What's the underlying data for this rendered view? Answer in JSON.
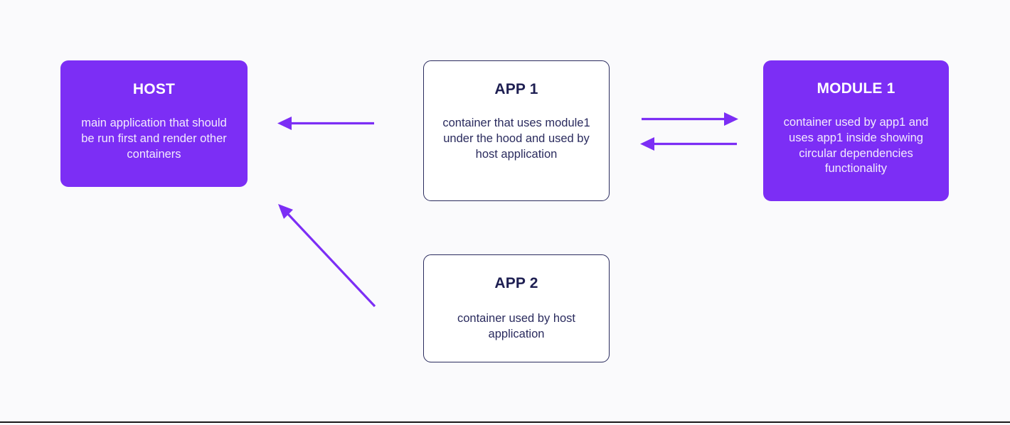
{
  "diagram": {
    "background_color": "#fafafc",
    "accent_color": "#7c2ef5",
    "ink_color": "#1e1f52",
    "nodes": [
      {
        "id": "host",
        "title": "HOST",
        "description": "main application that should be run first and render other containers",
        "style": "filled"
      },
      {
        "id": "app1",
        "title": "APP 1",
        "description": "container that uses module1 under the hood and used by host application",
        "style": "outlined"
      },
      {
        "id": "module1",
        "title": "MODULE 1",
        "description": "container used by app1 and uses app1 inside showing circular dependencies functionality",
        "style": "outlined-filled"
      },
      {
        "id": "app2",
        "title": "APP 2",
        "description": "container used by host application",
        "style": "outlined"
      }
    ],
    "connectors": [
      {
        "id": "app1-to-host",
        "from": "app1",
        "to": "host",
        "direction": "left",
        "shape": "straight"
      },
      {
        "id": "app1-to-module1",
        "from": "app1",
        "to": "module1",
        "direction": "right",
        "shape": "straight"
      },
      {
        "id": "module1-to-app1",
        "from": "module1",
        "to": "app1",
        "direction": "left",
        "shape": "straight"
      },
      {
        "id": "app2-to-host",
        "from": "app2",
        "to": "host",
        "direction": "up-left",
        "shape": "diagonal"
      }
    ]
  }
}
